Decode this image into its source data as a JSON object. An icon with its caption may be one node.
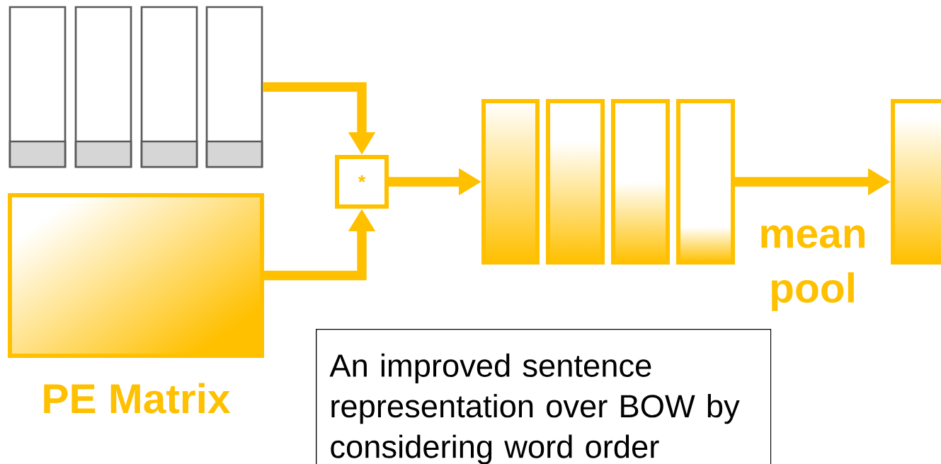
{
  "diagram": {
    "nodes": [
      {
        "text": [],
        "shape": "bar"
      },
      {
        "text": [],
        "shape": "bar"
      },
      {
        "text": [],
        "shape": "bar"
      },
      {
        "text": [],
        "shape": "bar"
      },
      {
        "text": [
          "PE Matrix"
        ]
      },
      {
        "text": [
          "*"
        ]
      },
      {
        "text": [],
        "shape": "bar"
      },
      {
        "text": [],
        "shape": "bar"
      },
      {
        "text": [],
        "shape": "bar"
      },
      {
        "text": [],
        "shape": "bar"
      },
      {
        "text": [],
        "shape": "bar"
      },
      {
        "text": [
          "An improved sentence representation over BOW by considering word order"
        ]
      }
    ],
    "edges": [
      {
        "from": 3,
        "to": 5,
        "arrow": "to"
      },
      {
        "from": 4,
        "to": 5,
        "arrow": "to"
      },
      {
        "from": 5,
        "to": 6,
        "arrow": "to"
      },
      {
        "from": 9,
        "to": 10,
        "arrow": "to",
        "label": "mean pool"
      }
    ]
  }
}
